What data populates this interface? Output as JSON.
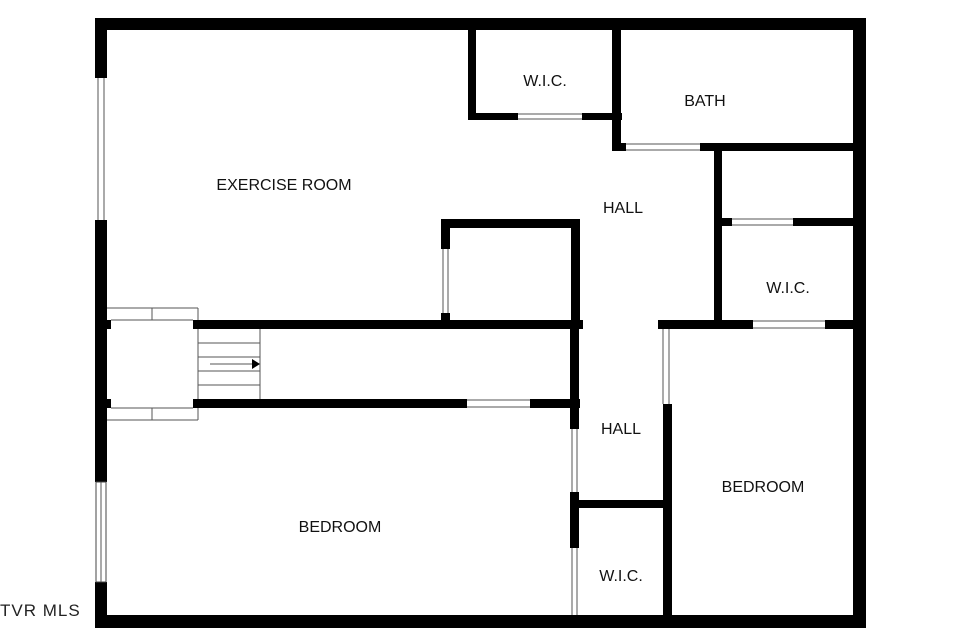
{
  "floorplan": {
    "rooms": {
      "exercise_room": "EXERCISE ROOM",
      "wic_top": "W.I.C.",
      "bath": "BATH",
      "hall_upper": "HALL",
      "wic_right": "W.I.C.",
      "hall_lower": "HALL",
      "bedroom_right": "BEDROOM",
      "bedroom_left": "BEDROOM",
      "wic_bottom": "W.I.C."
    },
    "watermark": "TVR MLS"
  },
  "colors": {
    "wall": "#000000",
    "background": "#ffffff",
    "label": "#111111"
  }
}
